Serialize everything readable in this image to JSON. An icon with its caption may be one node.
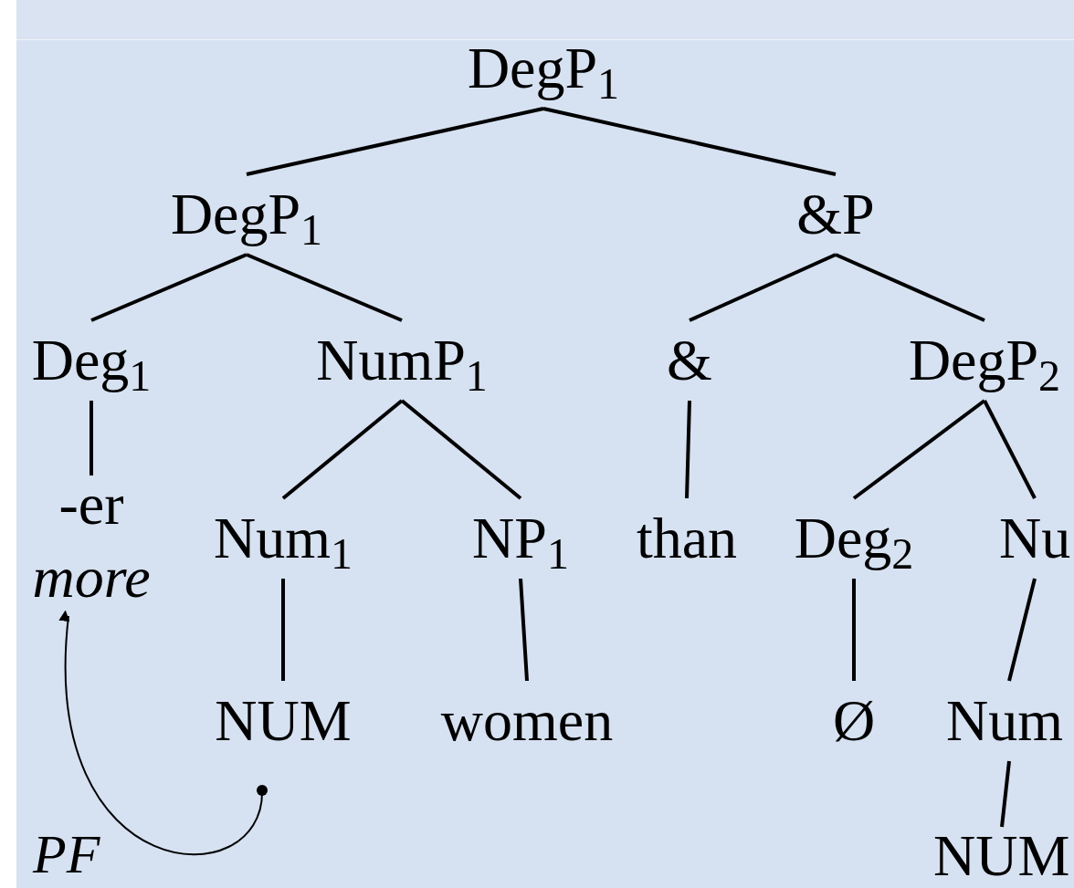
{
  "diagram": {
    "nodes": [
      {
        "text": [
          "DegP$_{1}$"
        ]
      },
      {
        "text": [
          "DegP$_{1}$"
        ]
      },
      {
        "text": [
          "&P"
        ]
      },
      {
        "text": [
          "Deg$_{1}$"
        ]
      },
      {
        "text": [
          "NumP$_{1}$"
        ]
      },
      {
        "text": [
          "&"
        ]
      },
      {
        "text": [
          "DegP$_{2}$"
        ]
      },
      {
        "text": [
          "-er"
        ]
      },
      {
        "text": [
          "more"
        ]
      },
      {
        "text": [
          "Num$_{1}$"
        ]
      },
      {
        "text": [
          "NP$_{1}$"
        ]
      },
      {
        "text": [
          "than"
        ]
      },
      {
        "text": [
          "Deg$_{2}$"
        ]
      },
      {
        "text": [
          "Nu"
        ]
      },
      {
        "text": [
          "NUM"
        ]
      },
      {
        "text": [
          "women"
        ]
      },
      {
        "text": [
          "Ø"
        ]
      },
      {
        "text": [
          "Num"
        ]
      },
      {
        "text": [
          "NUM"
        ]
      }
    ],
    "edges": [
      {
        "from": 0,
        "to": 1,
        "arrow": "none"
      },
      {
        "from": 0,
        "to": 2,
        "arrow": "none"
      },
      {
        "from": 1,
        "to": 3,
        "arrow": "none"
      },
      {
        "from": 1,
        "to": 4,
        "arrow": "none"
      },
      {
        "from": 2,
        "to": 5,
        "arrow": "none"
      },
      {
        "from": 2,
        "to": 6,
        "arrow": "none"
      },
      {
        "from": 3,
        "to": 7,
        "arrow": "none"
      },
      {
        "from": 4,
        "to": 9,
        "arrow": "none"
      },
      {
        "from": 4,
        "to": 10,
        "arrow": "none"
      },
      {
        "from": 5,
        "to": 11,
        "arrow": "none"
      },
      {
        "from": 6,
        "to": 12,
        "arrow": "none"
      },
      {
        "from": 6,
        "to": 13,
        "arrow": "none"
      },
      {
        "from": 9,
        "to": 14,
        "arrow": "none"
      },
      {
        "from": 10,
        "to": 15,
        "arrow": "none"
      },
      {
        "from": 12,
        "to": 16,
        "arrow": "none"
      },
      {
        "from": 13,
        "to": 17,
        "arrow": "none"
      },
      {
        "from": 17,
        "to": 18,
        "arrow": "none"
      },
      {
        "from": 14,
        "to": 8,
        "arrow": "to"
      }
    ],
    "labels": [
      "PF"
    ]
  }
}
